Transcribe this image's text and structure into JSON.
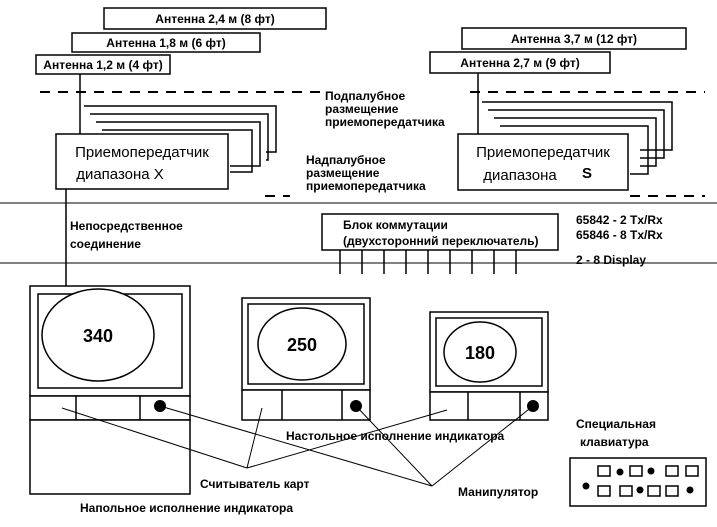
{
  "antennas_x": [
    "Антенна 2,4 м (8 фт)",
    "Антенна 1,8 м (6 фт)",
    "Антенна 1,2 м (4 фт)"
  ],
  "antennas_s": [
    "Антенна 3,7 м (12 фт)",
    "Антенна 2,7 м (9 фт)"
  ],
  "below_deck_label": [
    "Подпалубное",
    "размещение",
    "приемопередатчика"
  ],
  "above_deck_label": [
    "Надпалубное",
    "размещение",
    "приемопередатчика"
  ],
  "transceiver_x": [
    "Приемопередатчик",
    "диапазона X"
  ],
  "transceiver_s": [
    "Приемопередатчик",
    "диапазона",
    "S"
  ],
  "direct_connection": [
    "Непосредственное",
    "соединение"
  ],
  "switch_unit": [
    "Блок коммутации",
    "(двухсторонний переключатель)"
  ],
  "switch_specs": [
    "65842 - 2 Tx/Rx",
    "65846 - 8 Tx/Rx",
    "2 - 8 Display"
  ],
  "displays": [
    "340",
    "250",
    "180"
  ],
  "tabletop_label": "Настольное исполнение индикатора",
  "special_keyboard": [
    "Специальная",
    "клавиатура"
  ],
  "card_reader": "Считыватель карт",
  "manipulator": "Манипулятор",
  "floor_label": "Напольное исполнение индикатора"
}
